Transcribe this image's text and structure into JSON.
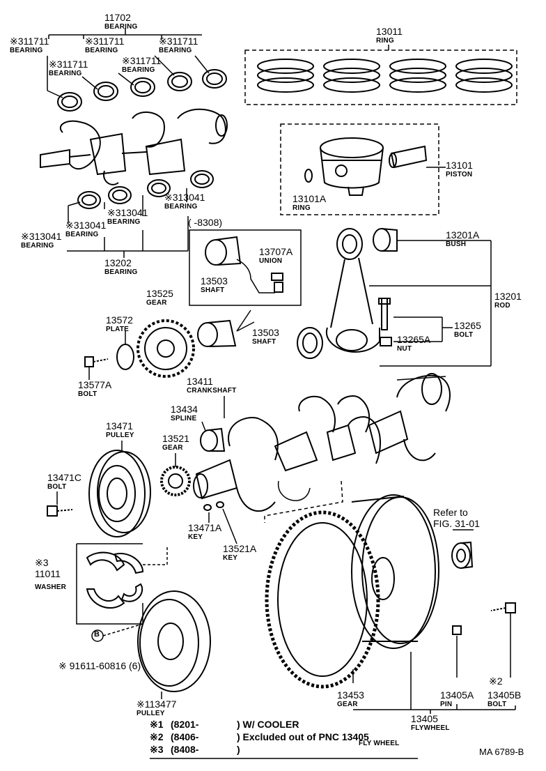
{
  "labels": [
    {
      "id": "l11702",
      "num": "11702",
      "name": "BEARING"
    },
    {
      "id": "l11711a",
      "num": "※311711",
      "name": "BEARING"
    },
    {
      "id": "l11711b",
      "num": "※311711",
      "name": "BEARING"
    },
    {
      "id": "l11711c",
      "num": "※311711",
      "name": "BEARING"
    },
    {
      "id": "l11711d",
      "num": "※311711",
      "name": "BEARING"
    },
    {
      "id": "l11711e",
      "num": "※311711",
      "name": "BEARING"
    },
    {
      "id": "l13011",
      "num": "13011",
      "name": "RING"
    },
    {
      "id": "l13101",
      "num": "13101",
      "name": "PISTON"
    },
    {
      "id": "l13101a",
      "num": "13101A",
      "name": "RING"
    },
    {
      "id": "l13041a",
      "num": "※313041",
      "name": "BEARING"
    },
    {
      "id": "l13041b",
      "num": "※313041",
      "name": "BEARING"
    },
    {
      "id": "l13041c",
      "num": "※313041",
      "name": "BEARING"
    },
    {
      "id": "l13041d",
      "num": "※313041",
      "name": "BEARING"
    },
    {
      "id": "l13202",
      "num": "13202",
      "name": "BEARING"
    },
    {
      "id": "l8308",
      "num": "(      -8308)",
      "name": ""
    },
    {
      "id": "l13707a",
      "num": "13707A",
      "name": "UNION"
    },
    {
      "id": "l13503a",
      "num": "13503",
      "name": "SHAFT"
    },
    {
      "id": "l13503b",
      "num": "13503",
      "name": "SHAFT"
    },
    {
      "id": "l13201a",
      "num": "13201A",
      "name": "BUSH"
    },
    {
      "id": "l13201",
      "num": "13201",
      "name": "ROD"
    },
    {
      "id": "l13265",
      "num": "13265",
      "name": "BOLT"
    },
    {
      "id": "l13265a",
      "num": "13265A",
      "name": "NUT"
    },
    {
      "id": "l13525",
      "num": "13525",
      "name": "GEAR"
    },
    {
      "id": "l13572",
      "num": "13572",
      "name": "PLATE"
    },
    {
      "id": "l13577a",
      "num": "13577A",
      "name": "BOLT"
    },
    {
      "id": "l13411",
      "num": "13411",
      "name": "CRANKSHAFT"
    },
    {
      "id": "l13434",
      "num": "13434",
      "name": "SPLINE"
    },
    {
      "id": "l13521",
      "num": "13521",
      "name": "GEAR"
    },
    {
      "id": "l13471",
      "num": "13471",
      "name": "PULLEY"
    },
    {
      "id": "l13471c",
      "num": "13471C",
      "name": "BOLT"
    },
    {
      "id": "l13471a",
      "num": "13471A",
      "name": "KEY"
    },
    {
      "id": "l13521a",
      "num": "13521A",
      "name": "KEY"
    },
    {
      "id": "lrefer",
      "num": "Refer to",
      "name": "FIG. 31-01"
    },
    {
      "id": "l11011",
      "num": "※3",
      "name": "11011"
    },
    {
      "id": "l11011w",
      "num": "",
      "name": "WASHER"
    },
    {
      "id": "l91611",
      "num": "※ 91611-60816 (6)",
      "name": ""
    },
    {
      "id": "l13477",
      "num": "※113477",
      "name": "PULLEY"
    },
    {
      "id": "l13453",
      "num": "13453",
      "name": "GEAR"
    },
    {
      "id": "l13405a",
      "num": "13405A",
      "name": "PIN"
    },
    {
      "id": "l13405b",
      "num": "13405B",
      "name": "BOLT"
    },
    {
      "id": "l13405b2",
      "num": "※2",
      "name": ""
    },
    {
      "id": "l13405",
      "num": "13405",
      "name": "FLYWHEEL"
    }
  ],
  "circle_b": "B",
  "legend": {
    "rows": [
      {
        "mark": "※1",
        "range": "(8201-",
        "note": ") W/ COOLER"
      },
      {
        "mark": "※2",
        "range": "(8406-",
        "note": ") Excluded out of PNC 13405"
      },
      {
        "mark": "※3",
        "range": "(8408-",
        "note": ")"
      }
    ],
    "fly_wheel": "FLY  WHEEL"
  },
  "figure_code": "MA  6789-B"
}
